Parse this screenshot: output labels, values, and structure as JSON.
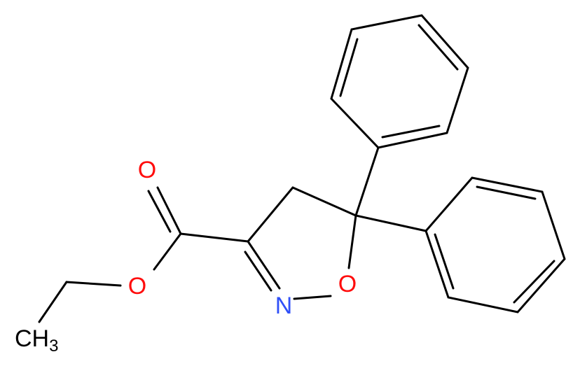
{
  "molecule": {
    "atoms": {
      "carbonyl_o": {
        "label": "O",
        "color": "#ff0d0d"
      },
      "ester_o": {
        "label": "O",
        "color": "#ff0d0d"
      },
      "ring_o": {
        "label": "O",
        "color": "#ff0d0d"
      },
      "ring_n": {
        "label": "N",
        "color": "#3050f8"
      },
      "methyl": {
        "label": "CH",
        "subscript": "3",
        "color": "#000000"
      }
    },
    "bond_color": "#000000"
  }
}
